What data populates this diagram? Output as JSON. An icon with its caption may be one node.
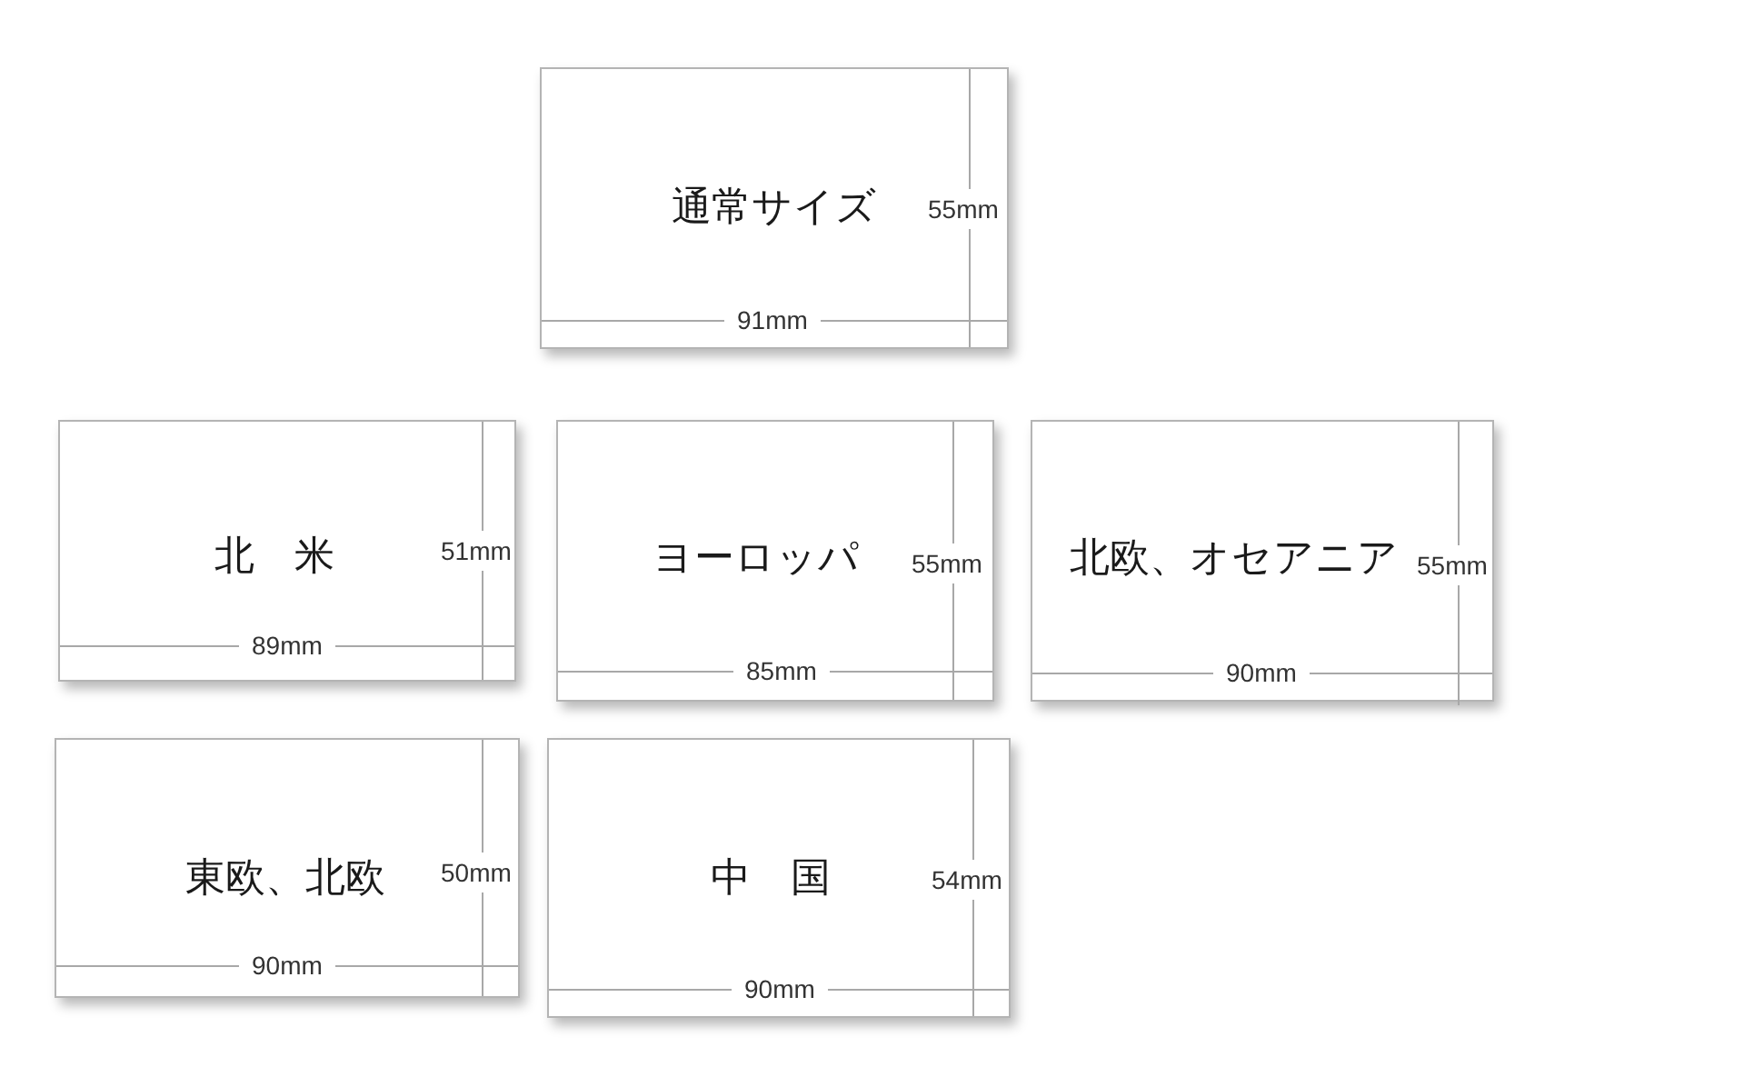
{
  "diagram": {
    "nodes": [
      {
        "text": [
          "通常サイズ",
          "55mm",
          "91mm"
        ]
      },
      {
        "text": [
          "北　米",
          "51mm",
          "89mm"
        ]
      },
      {
        "text": [
          "ヨーロッパ",
          "55mm",
          "85mm"
        ]
      },
      {
        "text": [
          "北欧、オセアニア",
          "55mm",
          "90mm"
        ]
      },
      {
        "text": [
          "東欧、北欧",
          "50mm",
          "90mm"
        ]
      },
      {
        "text": [
          "中　国",
          "54mm",
          "90mm"
        ]
      }
    ],
    "edges": []
  }
}
